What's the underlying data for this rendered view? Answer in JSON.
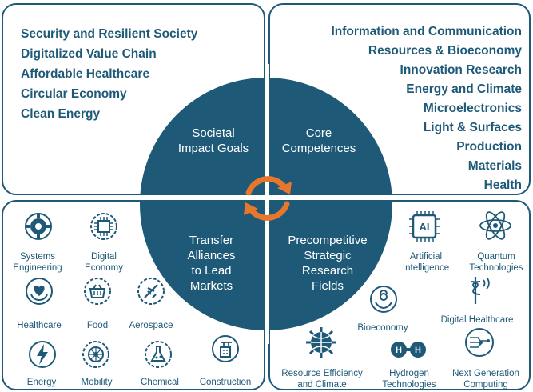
{
  "colors": {
    "primary": "#1e5a78",
    "accent": "#e8772e",
    "background": "#ffffff"
  },
  "societal_goals": {
    "items": [
      "Security and Resilient Society",
      "Digitalized Value Chain",
      "Affordable Healthcare",
      "Circular Economy",
      "Clean Energy"
    ]
  },
  "core_competences": {
    "items": [
      "Information and Communication",
      "Resources & Bioeconomy",
      "Innovation Research",
      "Energy and Climate",
      "Microelectronics",
      "Light & Surfaces",
      "Production",
      "Materials",
      "Health"
    ]
  },
  "circle": {
    "top_left": "Societal Impact Goals",
    "top_right": "Core Competences",
    "bottom_left": "Transfer Alliances to Lead Markets",
    "bottom_right": "Precompetitive Strategic Research Fields"
  },
  "transfer_alliances": [
    {
      "label": "Systems Engineering",
      "icon": "gear-wrench-icon"
    },
    {
      "label": "Digital Economy",
      "icon": "circuit-chip-icon"
    },
    {
      "label": "Healthcare",
      "icon": "hands-heart-icon"
    },
    {
      "label": "Food",
      "icon": "shopping-basket-icon"
    },
    {
      "label": "Aerospace",
      "icon": "airplane-icon"
    },
    {
      "label": "Energy",
      "icon": "lightning-bolt-icon"
    },
    {
      "label": "Mobility",
      "icon": "wheel-icon"
    },
    {
      "label": "Chemical",
      "icon": "flask-icon"
    },
    {
      "label": "Construction",
      "icon": "crane-building-icon"
    }
  ],
  "research_fields": [
    {
      "label": "Artificial Intelligence",
      "icon": "ai-chip-icon"
    },
    {
      "label": "Quantum Technologies",
      "icon": "atom-icon"
    },
    {
      "label": "Bioeconomy",
      "icon": "plant-hands-icon"
    },
    {
      "label": "Digital Healthcare",
      "icon": "caduceus-signal-icon"
    },
    {
      "label": "Resource Efficiency and Climate",
      "icon": "globe-gear-icon"
    },
    {
      "label": "Hydrogen Technologies",
      "icon": "hydrogen-molecule-icon"
    },
    {
      "label": "Next Generation Computing",
      "icon": "circuit-brain-icon"
    }
  ]
}
